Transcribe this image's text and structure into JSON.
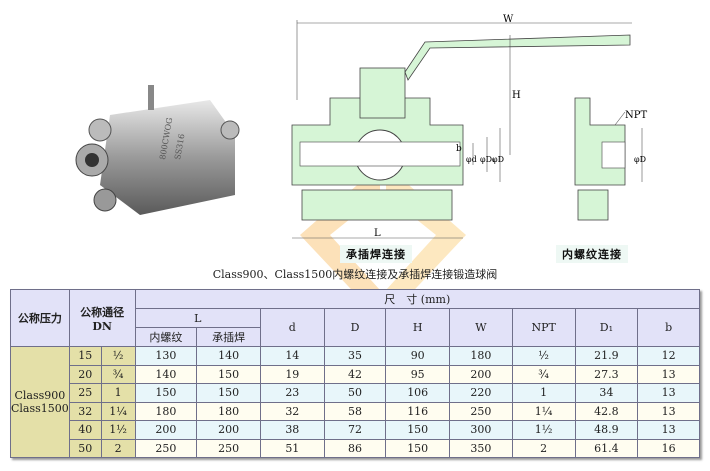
{
  "diagram": {
    "labels": {
      "W": "W",
      "H": "H",
      "NPT": "NPT",
      "b": "b",
      "d": "φd",
      "D1": "φD₁",
      "D": "φD",
      "D_right": "φD",
      "L": "L"
    },
    "caption_socket_weld": "承插焊连接",
    "caption_thread": "内螺纹连接",
    "photo_markings": [
      "800CWOG",
      "SS316"
    ]
  },
  "table": {
    "title": "Class900、Class1500内螺纹连接及承插焊连接锻造球阀",
    "headers": {
      "pressure": "公称压力",
      "dn": "公称通径",
      "dn_unit": "DN",
      "dimensions": "尺　寸 (mm)",
      "L": "L",
      "L_thread": "内螺纹",
      "L_socket": "承插焊",
      "d": "d",
      "D": "D",
      "H": "H",
      "W": "W",
      "NPT": "NPT",
      "D1": "D₁",
      "b": "b"
    },
    "pressure_class": [
      "Class900",
      "Class1500"
    ],
    "rows": [
      {
        "dn": "15",
        "inch": "½",
        "L_thread": "130",
        "L_socket": "140",
        "d": "14",
        "D": "35",
        "H": "90",
        "W": "180",
        "NPT": "½",
        "D1": "21.9",
        "b": "12"
      },
      {
        "dn": "20",
        "inch": "¾",
        "L_thread": "140",
        "L_socket": "150",
        "d": "19",
        "D": "42",
        "H": "95",
        "W": "200",
        "NPT": "¾",
        "D1": "27.3",
        "b": "13"
      },
      {
        "dn": "25",
        "inch": "1",
        "L_thread": "150",
        "L_socket": "150",
        "d": "23",
        "D": "50",
        "H": "106",
        "W": "220",
        "NPT": "1",
        "D1": "34",
        "b": "13"
      },
      {
        "dn": "32",
        "inch": "1¼",
        "L_thread": "180",
        "L_socket": "180",
        "d": "32",
        "D": "58",
        "H": "116",
        "W": "250",
        "NPT": "1¼",
        "D1": "42.8",
        "b": "13"
      },
      {
        "dn": "40",
        "inch": "1½",
        "L_thread": "200",
        "L_socket": "200",
        "d": "38",
        "D": "72",
        "H": "150",
        "W": "300",
        "NPT": "1½",
        "D1": "48.9",
        "b": "13"
      },
      {
        "dn": "50",
        "inch": "2",
        "L_thread": "250",
        "L_socket": "250",
        "d": "51",
        "D": "86",
        "H": "150",
        "W": "350",
        "NPT": "2",
        "D1": "61.4",
        "b": "16"
      }
    ]
  }
}
